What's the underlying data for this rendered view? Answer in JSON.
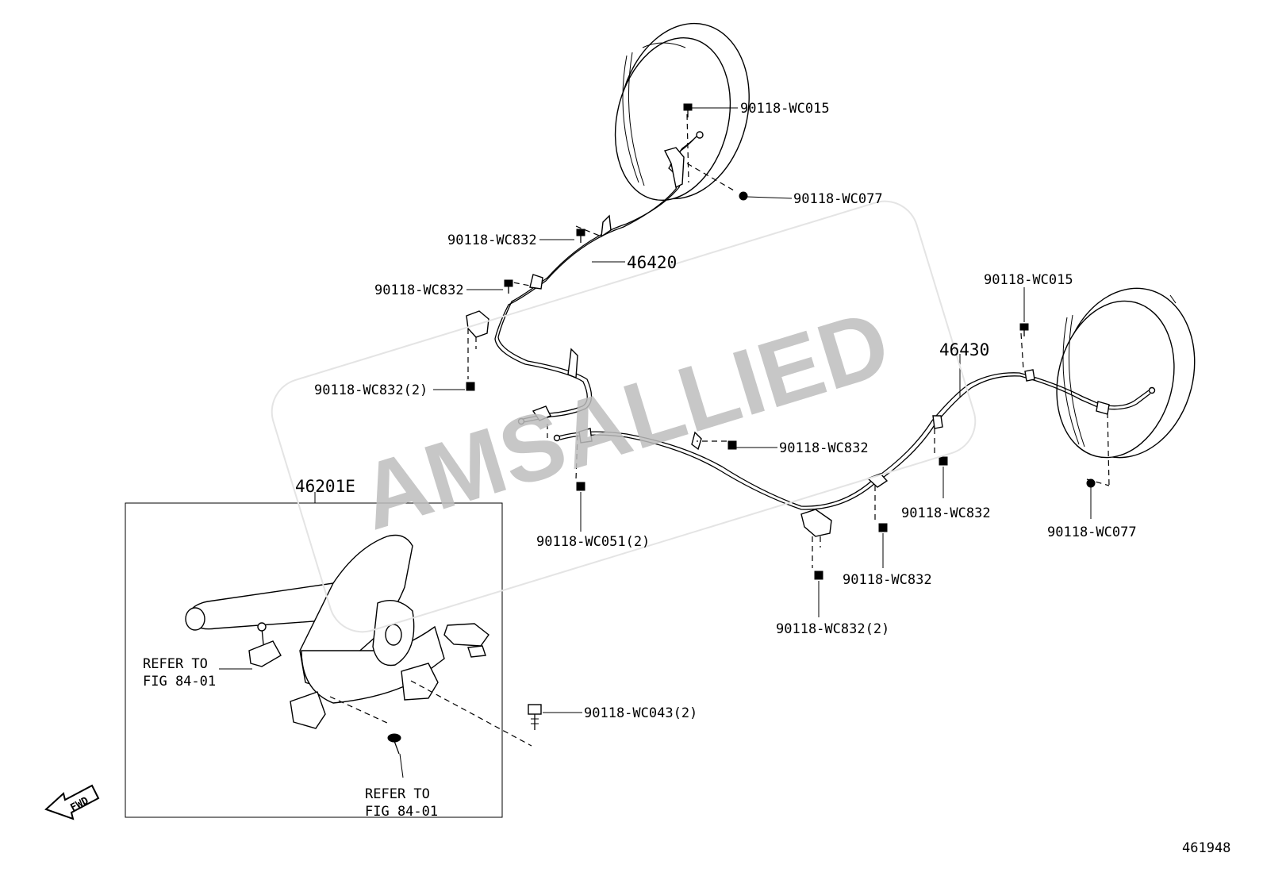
{
  "watermark": "AMSALLIED",
  "figure_number": "461948",
  "fwd_label": "FWD",
  "assembly_label": "46201E",
  "cables": {
    "left": "46420",
    "right": "46430"
  },
  "refer_notes": {
    "line1": "REFER TO",
    "line2": "FIG 84-01"
  },
  "callouts": {
    "wc015_left": "90118-WC015",
    "wc077_left": "90118-WC077",
    "wc832_a": "90118-WC832",
    "wc832_b": "90118-WC832",
    "wc832x2_left": "90118-WC832(2)",
    "wc832_mid": "90118-WC832",
    "wc051x2": "90118-WC051(2)",
    "wc015_right": "90118-WC015",
    "wc832_right": "90118-WC832",
    "wc077_right": "90118-WC077",
    "wc832_lower": "90118-WC832",
    "wc832x2_lower": "90118-WC832(2)",
    "wc043x2": "90118-WC043(2)"
  }
}
